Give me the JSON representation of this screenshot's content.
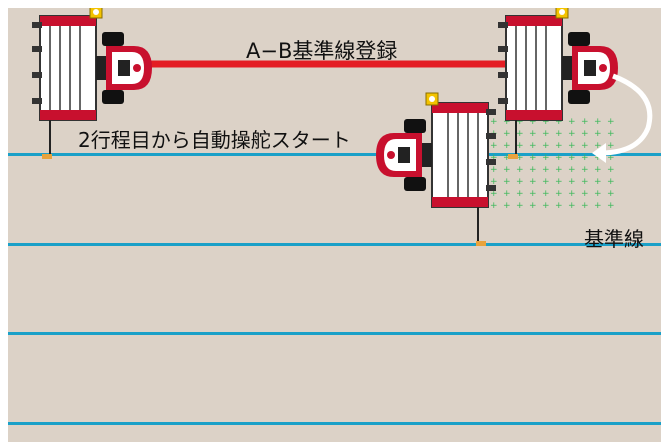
{
  "labels": {
    "ab_registration": "A−B基準線登録",
    "auto_steer_from_second_pass": "2行程目から自動操舵スタート",
    "reference_line": "基準線"
  },
  "colors": {
    "field": "#dcd2c7",
    "ab_line": "#e41d24",
    "pass_lines": "#1aa0c8",
    "guidance_dots": "#3cb85a",
    "turn_arrow": "#ffffff",
    "tractor_body": "#ffffff",
    "tractor_accent": "#c8102e"
  },
  "icons": [
    "tractor-planter-icon",
    "gnss-antenna-icon",
    "turn-arrow-icon",
    "guide-stake-icon"
  ]
}
